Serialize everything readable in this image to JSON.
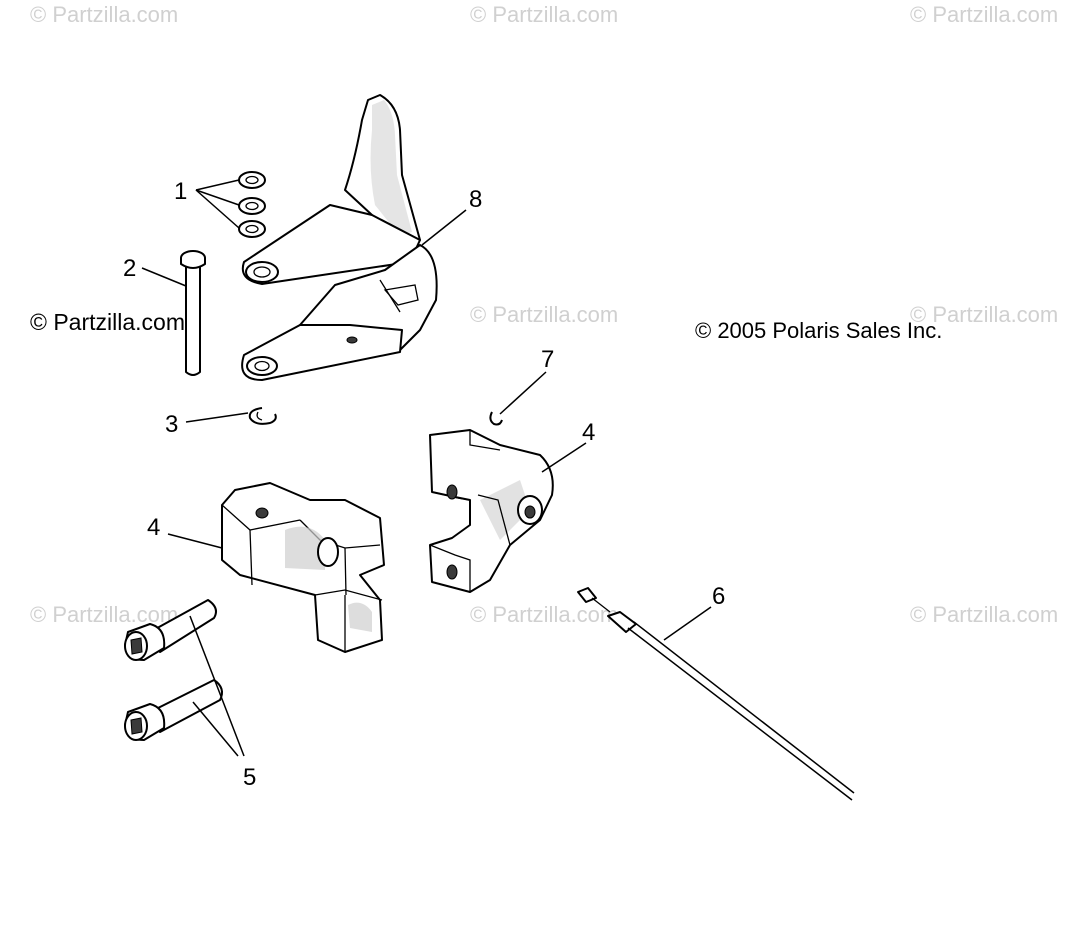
{
  "watermarks": [
    "© Partzilla.com",
    "© Partzilla.com",
    "© Partzilla.com",
    "© Partzilla.com",
    "© Partzilla.com",
    "© Partzilla.com",
    "© Partzilla.com",
    "© Partzilla.com"
  ],
  "watermark_dark": "© Partzilla.com",
  "copyright": "© 2005 Polaris Sales Inc.",
  "callouts": {
    "c1": "1",
    "c2": "2",
    "c3": "3",
    "c4a": "4",
    "c4b": "4",
    "c5": "5",
    "c6": "6",
    "c7": "7",
    "c8": "8"
  }
}
